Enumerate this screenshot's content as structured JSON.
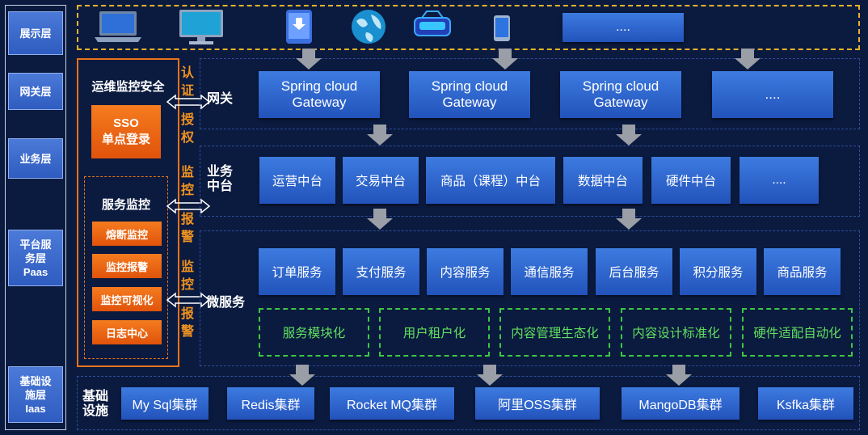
{
  "layers": [
    "展示层",
    "网关层",
    "业务层",
    "平台服务层Paas",
    "基础设施层Iaas"
  ],
  "layers_lines": [
    [
      "展示层"
    ],
    [
      "网关层"
    ],
    [
      "业务层"
    ],
    [
      "平台服",
      "务层",
      "Paas"
    ],
    [
      "基础设",
      "施层",
      "Iaas"
    ]
  ],
  "display": {
    "more": "...."
  },
  "gateway": {
    "label": "网关",
    "items": [
      "Spring cloud Gateway",
      "Spring cloud Gateway",
      "Spring cloud Gateway",
      "...."
    ],
    "item_lines": [
      [
        "Spring cloud",
        "Gateway"
      ],
      [
        "Spring cloud",
        "Gateway"
      ],
      [
        "Spring cloud",
        "Gateway"
      ],
      [
        "...."
      ]
    ]
  },
  "business": {
    "label": "业务中台",
    "label_lines": [
      "业务",
      "中台"
    ],
    "items": [
      "运营中台",
      "交易中台",
      "商品（课程）中台",
      "数据中台",
      "硬件中台",
      "...."
    ]
  },
  "micro": {
    "label": "微服务",
    "services": [
      "订单服务",
      "支付服务",
      "内容服务",
      "通信服务",
      "后台服务",
      "积分服务",
      "商品服务"
    ],
    "capabilities": [
      "服务模块化",
      "用户租户化",
      "内容管理生态化",
      "内容设计标准化",
      "硬件适配自动化"
    ]
  },
  "infra": {
    "label": "基础设施",
    "label_lines": [
      "基础",
      "设施"
    ],
    "items": [
      "My Sql集群",
      "Redis集群",
      "Rocket MQ集群",
      "阿里OSS集群",
      "MangoDB集群",
      "Ksfka集群"
    ]
  },
  "ops": {
    "title": "运维监控安全",
    "sso": "SSO单点登录",
    "sso_lines": [
      "SSO",
      "单点登录"
    ],
    "monitor_title": "服务监控",
    "monitor_items": [
      "熔断监控",
      "监控报警",
      "监控可视化",
      "日志中心"
    ]
  },
  "side_labels": {
    "auth": "认证授权",
    "monitor1": "监控报警",
    "monitor2": "监控报警"
  },
  "side_chars": {
    "auth": [
      "认",
      "证",
      "授",
      "权"
    ],
    "monitor1": [
      "监",
      "控",
      "报",
      "警"
    ],
    "monitor2": [
      "监",
      "控",
      "报",
      "警"
    ]
  }
}
